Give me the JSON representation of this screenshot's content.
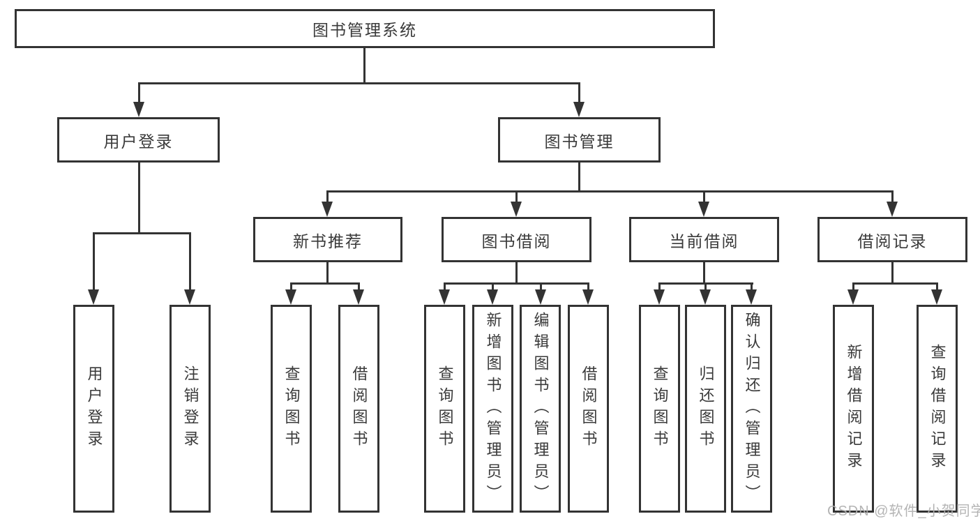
{
  "colors": {
    "line": "#333333",
    "box_border": "#333333",
    "text": "#3a3a3a",
    "background": "#ffffff",
    "watermark": "#b0b0b0"
  },
  "tree": {
    "label": "图书管理系统",
    "children": [
      {
        "label": "用户登录",
        "children": [
          {
            "label": "用户登录"
          },
          {
            "label": "注销登录"
          }
        ]
      },
      {
        "label": "图书管理",
        "children": [
          {
            "label": "新书推荐",
            "children": [
              {
                "label": "查询图书"
              },
              {
                "label": "借阅图书"
              }
            ]
          },
          {
            "label": "图书借阅",
            "children": [
              {
                "label": "查询图书"
              },
              {
                "label": "新增图书（管理员）"
              },
              {
                "label": "编辑图书（管理员）"
              },
              {
                "label": "借阅图书"
              }
            ]
          },
          {
            "label": "当前借阅",
            "children": [
              {
                "label": "查询图书"
              },
              {
                "label": "归还图书"
              },
              {
                "label": "确认归还（管理员）"
              }
            ]
          },
          {
            "label": "借阅记录",
            "children": [
              {
                "label": "新增借阅记录"
              },
              {
                "label": "查询借阅记录"
              }
            ]
          }
        ]
      }
    ]
  },
  "watermark": {
    "text": "CSDN @软件_小贺同学"
  }
}
